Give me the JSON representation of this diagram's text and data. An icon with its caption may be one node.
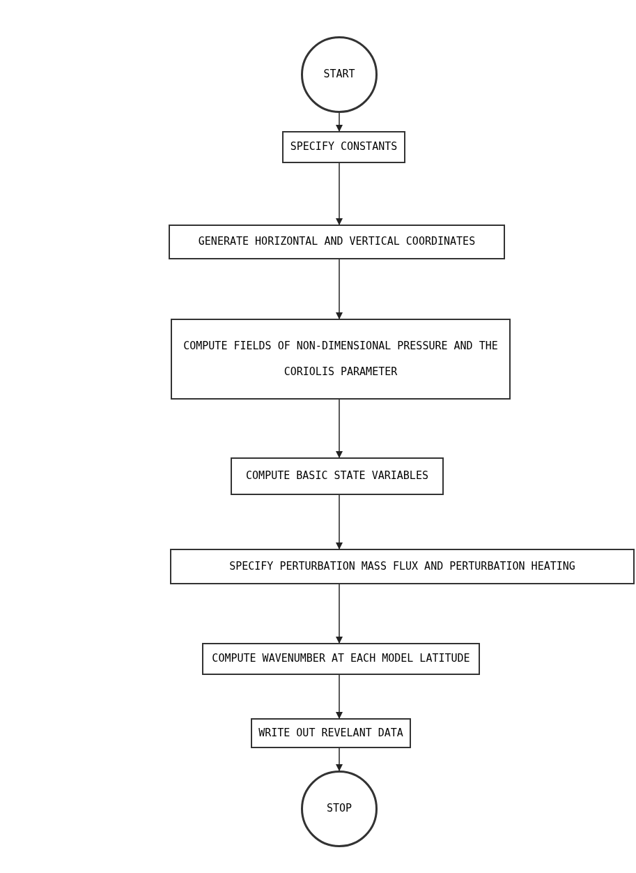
{
  "diagram": {
    "nodes": [
      {
        "text": [
          "START"
        ]
      },
      {
        "text": [
          "SPECIFY CONSTANTS"
        ]
      },
      {
        "text": [
          "GENERATE HORIZONTAL AND VERTICAL COORDINATES"
        ]
      },
      {
        "text": [
          "COMPUTE FIELDS OF NON-DIMENSIONAL PRESSURE AND THE CORIOLIS PARAMETER"
        ]
      },
      {
        "text": [
          "COMPUTE BASIC STATE VARIABLES"
        ]
      },
      {
        "text": [
          "SPECIFY PERTURBATION MASS FLUX AND PERTURBATION HEATING"
        ]
      },
      {
        "text": [
          "COMPUTE WAVENUMBER AT EACH MODEL LATITUDE"
        ]
      },
      {
        "text": [
          "WRITE OUT REVELANT DATA"
        ]
      },
      {
        "text": [
          "STOP"
        ]
      }
    ],
    "edges": [
      {
        "from": 0,
        "to": 1,
        "arrow": "to"
      },
      {
        "from": 1,
        "to": 2,
        "arrow": "to"
      },
      {
        "from": 2,
        "to": 3,
        "arrow": "to"
      },
      {
        "from": 3,
        "to": 4,
        "arrow": "to"
      },
      {
        "from": 4,
        "to": 5,
        "arrow": "to"
      },
      {
        "from": 5,
        "to": 6,
        "arrow": "to"
      },
      {
        "from": 6,
        "to": 7,
        "arrow": "to"
      },
      {
        "from": 7,
        "to": 8,
        "arrow": "to"
      }
    ]
  }
}
